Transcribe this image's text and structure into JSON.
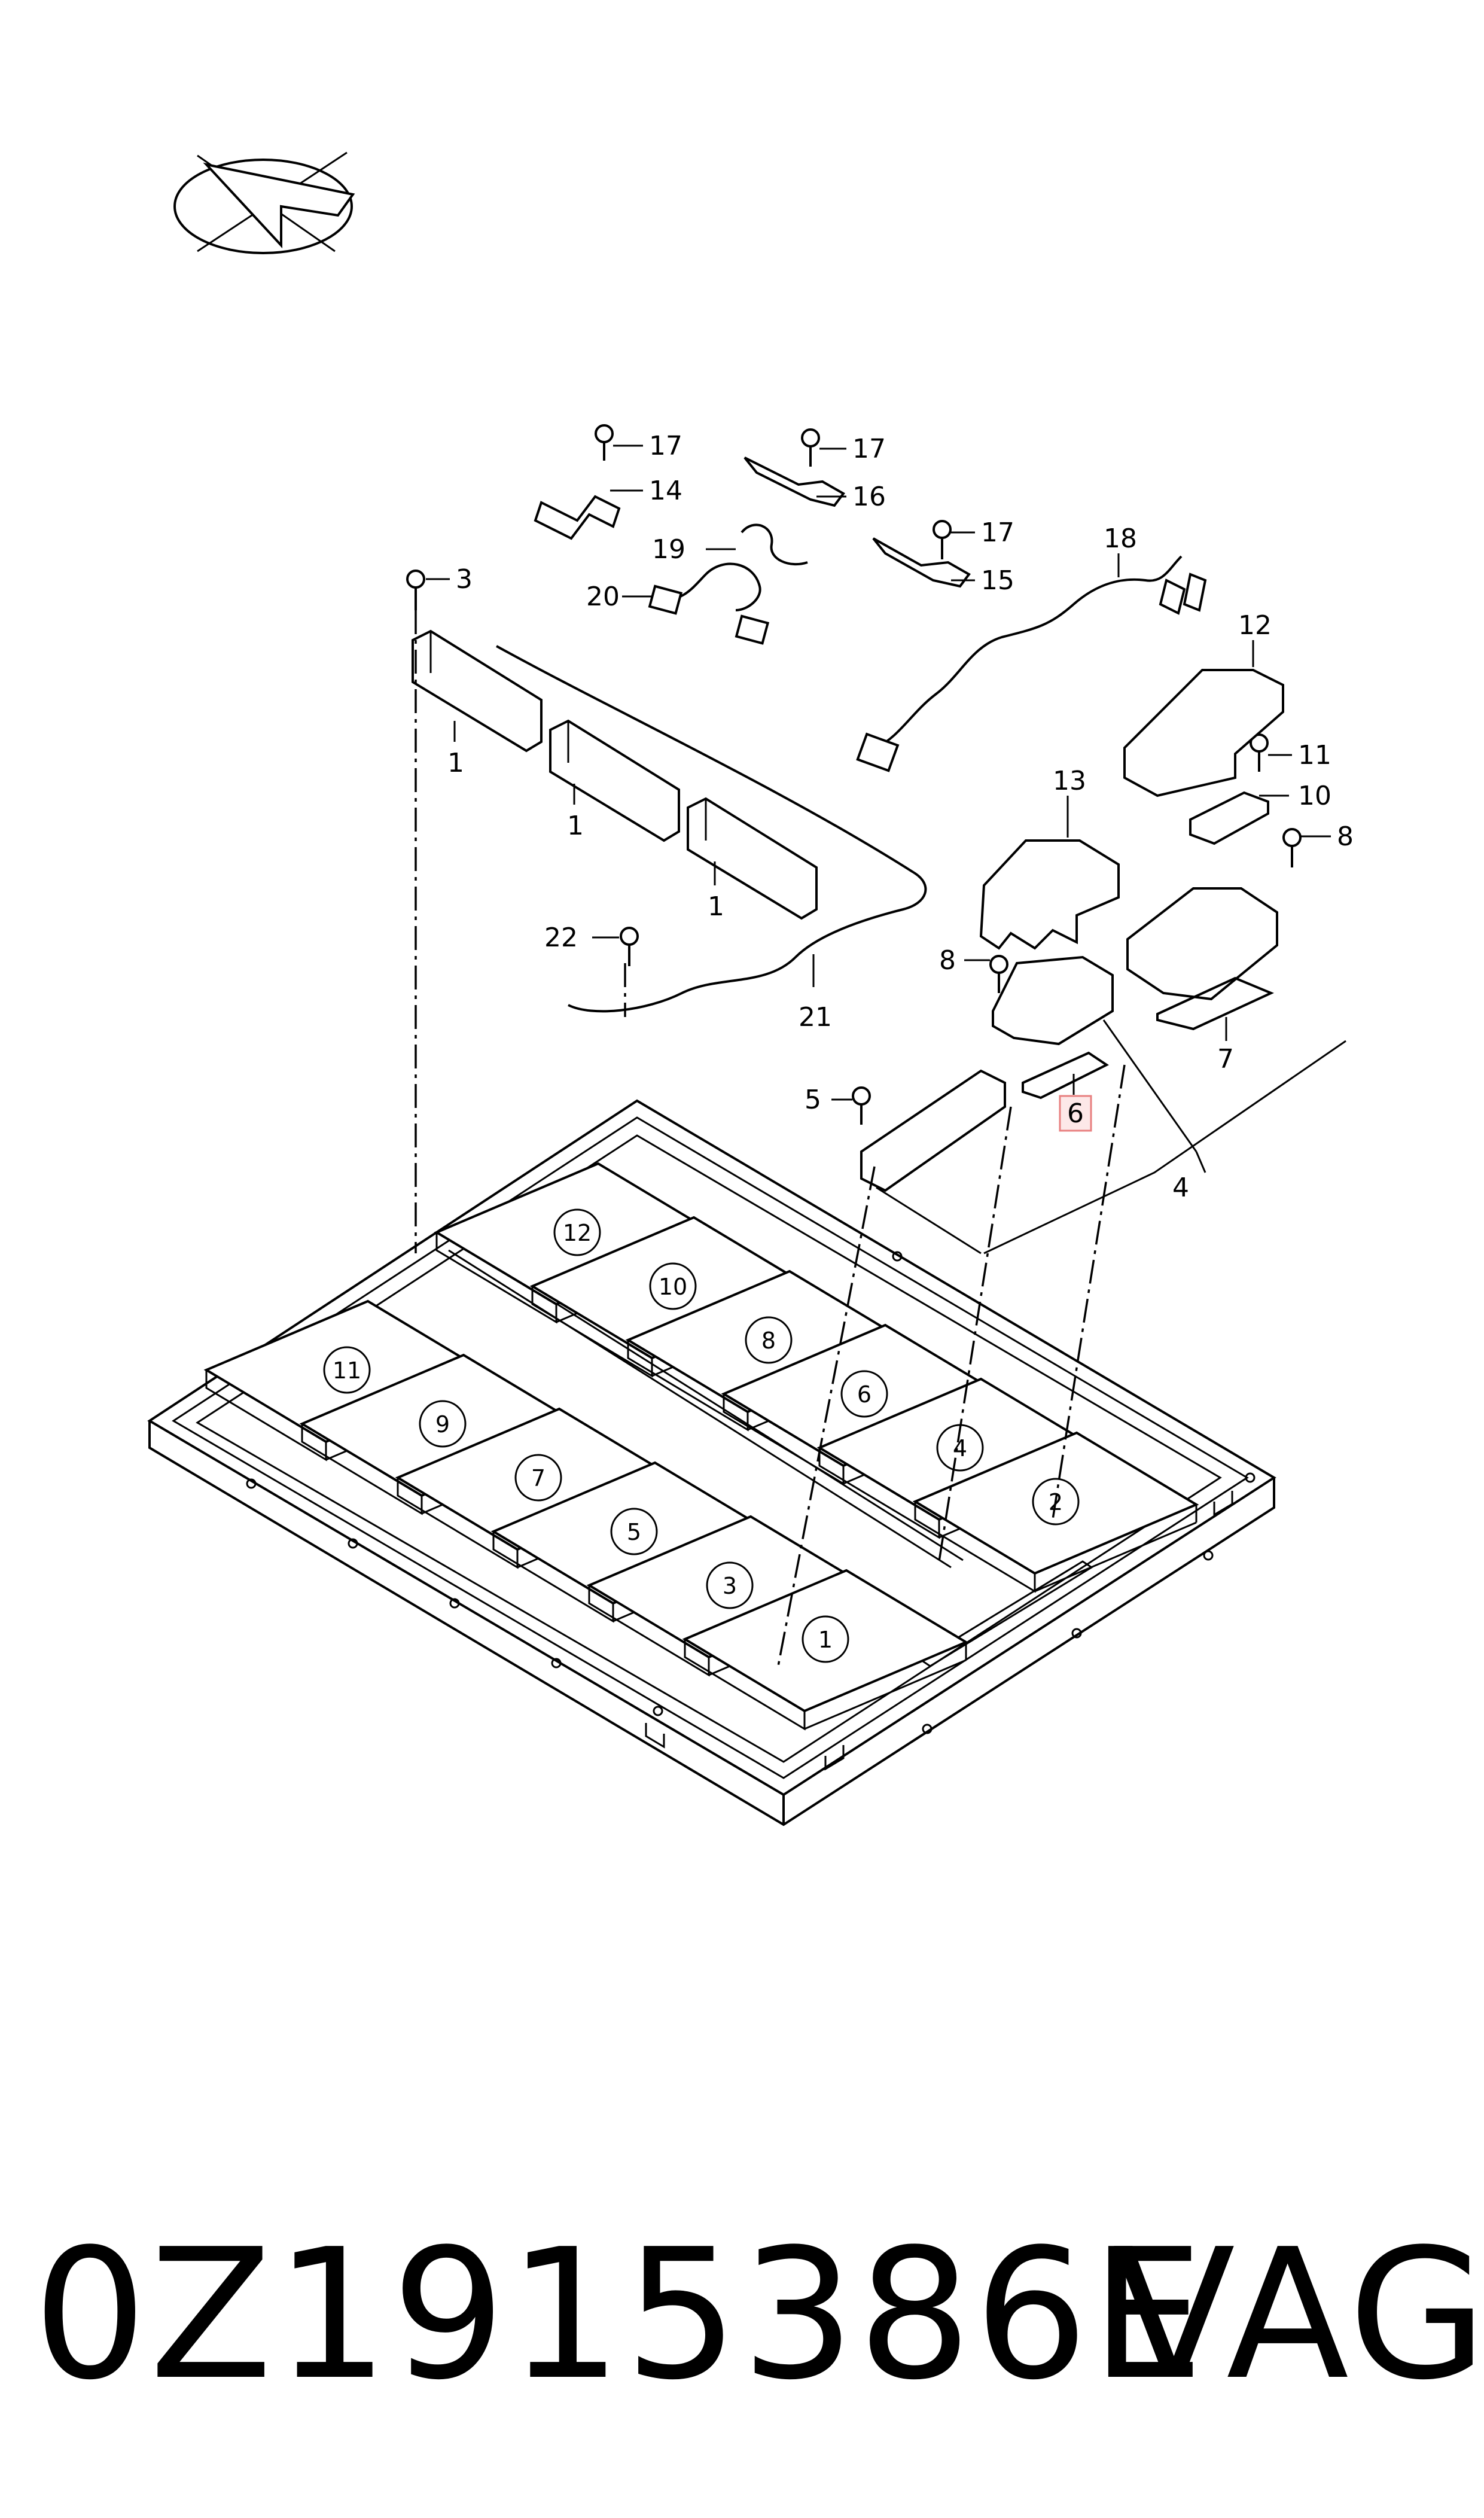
{
  "diagram": {
    "callouts": [
      {
        "id": "c1a",
        "label": "1"
      },
      {
        "id": "c1b",
        "label": "1"
      },
      {
        "id": "c1c",
        "label": "1"
      },
      {
        "id": "c3",
        "label": "3"
      },
      {
        "id": "c4",
        "label": "4"
      },
      {
        "id": "c5",
        "label": "5"
      },
      {
        "id": "c6",
        "label": "6",
        "highlighted": true
      },
      {
        "id": "c7",
        "label": "7"
      },
      {
        "id": "c8a",
        "label": "8"
      },
      {
        "id": "c8b",
        "label": "8"
      },
      {
        "id": "c10",
        "label": "10"
      },
      {
        "id": "c11",
        "label": "11"
      },
      {
        "id": "c12",
        "label": "12"
      },
      {
        "id": "c13",
        "label": "13"
      },
      {
        "id": "c14",
        "label": "14"
      },
      {
        "id": "c15",
        "label": "15"
      },
      {
        "id": "c16",
        "label": "16"
      },
      {
        "id": "c17a",
        "label": "17"
      },
      {
        "id": "c17b",
        "label": "17"
      },
      {
        "id": "c17c",
        "label": "17"
      },
      {
        "id": "c18",
        "label": "18"
      },
      {
        "id": "c19",
        "label": "19"
      },
      {
        "id": "c20",
        "label": "20"
      },
      {
        "id": "c21",
        "label": "21"
      },
      {
        "id": "c22",
        "label": "22"
      }
    ],
    "module_numbers": [
      "12",
      "10",
      "8",
      "6",
      "4",
      "2",
      "11",
      "9",
      "7",
      "5",
      "3",
      "1"
    ],
    "highlight_color": "#e88080",
    "highlight_fill": "#fde8e8"
  },
  "footer": {
    "part_number": "0Z1915386E",
    "brand": "VAG"
  }
}
